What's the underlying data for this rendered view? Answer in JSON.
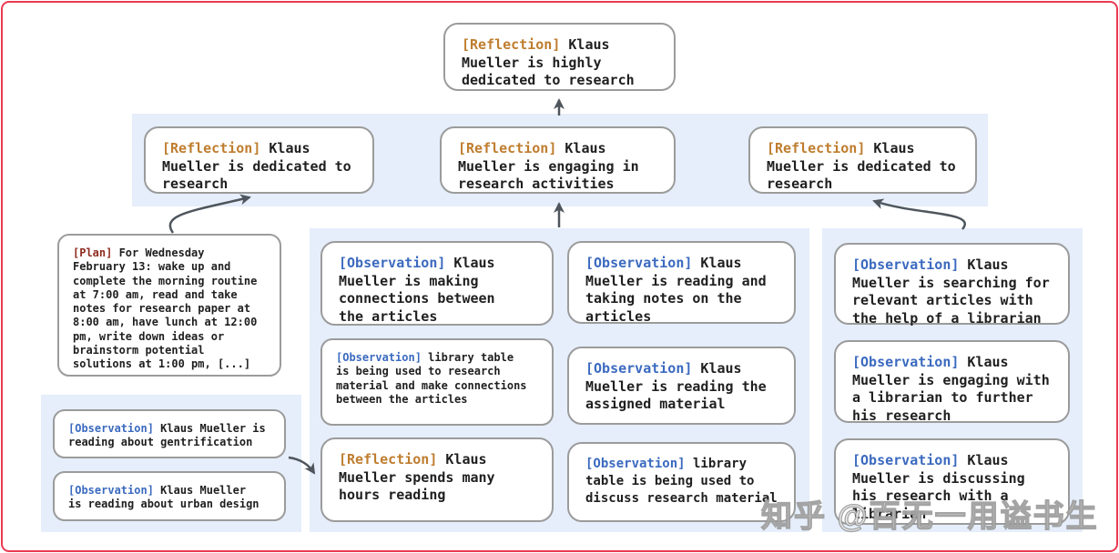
{
  "nodes": [
    {
      "id": "root-reflection",
      "type": "reflection",
      "tag": "[Reflection]",
      "text": " Klaus\nMueller is highly\ndedicated to research"
    },
    {
      "id": "reflection-dedicated-1",
      "type": "reflection",
      "tag": "[Reflection]",
      "text": " Klaus\nMueller is dedicated to\nresearch"
    },
    {
      "id": "reflection-engaging",
      "type": "reflection",
      "tag": "[Reflection]",
      "text": " Klaus\nMueller is engaging in\nresearch activities"
    },
    {
      "id": "reflection-dedicated-2",
      "type": "reflection",
      "tag": "[Reflection]",
      "text": " Klaus\nMueller is dedicated to\nresearch"
    },
    {
      "id": "plan-wednesday",
      "type": "plan",
      "tag": "[Plan]",
      "text": " For Wednesday\nFebruary 13: wake up and\ncomplete the morning routine\nat 7:00 am, read and take\nnotes for research paper at\n8:00 am, have lunch at 12:00\npm, write down ideas or\nbrainstorm potential\nsolutions at 1:00 pm, [...]"
    },
    {
      "id": "obs-gentrification",
      "type": "observation",
      "tag": "[Observation]",
      "text": " Klaus Mueller is\nreading about gentrification"
    },
    {
      "id": "obs-urban-design",
      "type": "observation",
      "tag": "[Observation]",
      "text": " Klaus Mueller\nis reading about urban design"
    },
    {
      "id": "obs-making-connections",
      "type": "observation",
      "tag": "[Observation]",
      "text": " Klaus\nMueller is making\nconnections between\nthe articles"
    },
    {
      "id": "obs-library-table-research",
      "type": "observation",
      "tag": "[Observation]",
      "text": " library table\nis being used to research\nmaterial and make connections\nbetween the articles"
    },
    {
      "id": "reflection-hours-reading",
      "type": "reflection",
      "tag": "[Reflection]",
      "text": " Klaus\nMueller spends many\nhours reading"
    },
    {
      "id": "obs-taking-notes",
      "type": "observation",
      "tag": "[Observation]",
      "text": " Klaus\nMueller is reading and\ntaking notes on the\narticles"
    },
    {
      "id": "obs-assigned-material",
      "type": "observation",
      "tag": "[Observation]",
      "text": " Klaus\nMueller is reading the\nassigned material"
    },
    {
      "id": "obs-library-table-discuss",
      "type": "observation",
      "tag": "[Observation]",
      "text": " library\ntable is being used to\ndiscuss research material"
    },
    {
      "id": "obs-searching-articles",
      "type": "observation",
      "tag": "[Observation]",
      "text": " Klaus\nMueller is searching for\nrelevant articles with\nthe help of a librarian"
    },
    {
      "id": "obs-engaging-librarian",
      "type": "observation",
      "tag": "[Observation]",
      "text": " Klaus\nMueller is engaging with\na librarian to further\nhis research"
    },
    {
      "id": "obs-discussing-research",
      "type": "observation",
      "tag": "[Observation]",
      "text": " Klaus\nMueller is discussing\nhis research with a\nlibrarian"
    }
  ],
  "watermark": {
    "text": "知乎 @百无一用谥书生"
  },
  "colors": {
    "reflection_tag": "#bf7d2f",
    "plan_tag": "#8e2b20",
    "observation_tag": "#3b6abf",
    "panel_background": "#e5eefa",
    "node_border": "#9b9b9b",
    "frame_red": "#ea3a52",
    "arrow": "#4e555c",
    "text": "#1f1f1f"
  }
}
